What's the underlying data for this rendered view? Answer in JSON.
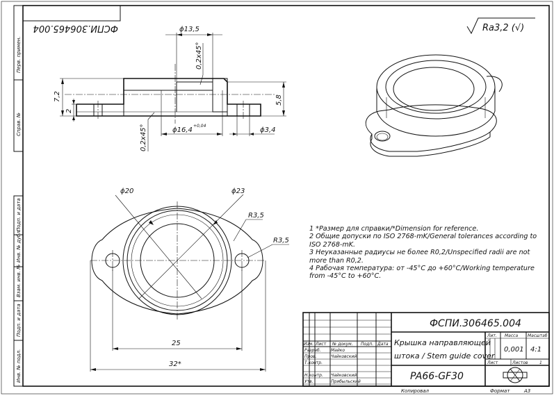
{
  "drawing": {
    "doc_number": "ФСПИ.306465.004",
    "doc_number_mirrored": "ФСПИ.306465.004",
    "roughness": "Ra3,2 (√)",
    "title": "Крышка направляющей штока / Stem guide cover",
    "title_line1": "Крышка направляющей",
    "title_line2": "штока / Stem guide cover",
    "material": "PA66-GF30",
    "mass": "0,001",
    "scale": "4:1",
    "sheet_label": "Лист",
    "sheets_label": "Листов",
    "sheets_value": "1",
    "lit_label": "Лит.",
    "mass_label": "Масса",
    "scale_label": "Масштаб",
    "copied_label": "Копировал",
    "format_label": "Формат",
    "format_value": "A3"
  },
  "side_strip": {
    "perv_primen": "Перв. примен.",
    "sprav_no": "Справ. №",
    "podp_data_1": "Подп. и дата",
    "inv_dubl": "Инв. № дубл.",
    "vzam_inv": "Взам. инв. №",
    "podp_data_2": "Подп. и дата",
    "inv_podl": "Инв. № подл."
  },
  "dimensions": {
    "d13_5": "ϕ13,5",
    "chamfer_top": "0,2x45°",
    "h7_2": "7,2",
    "h2": "2",
    "h5_8": "5,8",
    "d16_4": "ϕ16,4",
    "tol_16_4": "+0,04",
    "d3_4": "ϕ3,4",
    "chamfer_bottom": "0,2x45°",
    "d20": "ϕ20",
    "d23": "ϕ23",
    "r3_5_a": "R3,5",
    "r3_5_b": "R3,5",
    "w25": "25",
    "w32": "32*"
  },
  "notes": [
    "1 *Размер для справки/*Dimension for reference.",
    "2 Общие допуски по ISO 2768-mK/General tolerances according to ISO 2768-mK.",
    "3 Неуказанные радиусы не более R0,2/Unspecified radii are not more than R0,2.",
    "4 Рабочая температура: от -45°C до +60°C/Working temperature from -45°C to +60°C."
  ],
  "title_block": {
    "col_izm": "Изм.",
    "col_list": "Лист",
    "col_doc": "№ докум.",
    "col_podp": "Подп.",
    "col_data": "Дата",
    "razrab_role": "Разраб.",
    "razrab_name": "Майко",
    "prov_role": "Пров.",
    "prov_name": "Чайковский",
    "tkontr_role": "Т.контр.",
    "tkontr_name": "",
    "nkontr_role": "Н.контр.",
    "nkontr_name": "Чайковский",
    "utv_role": "Утв.",
    "utv_name": "Прибыльский"
  }
}
